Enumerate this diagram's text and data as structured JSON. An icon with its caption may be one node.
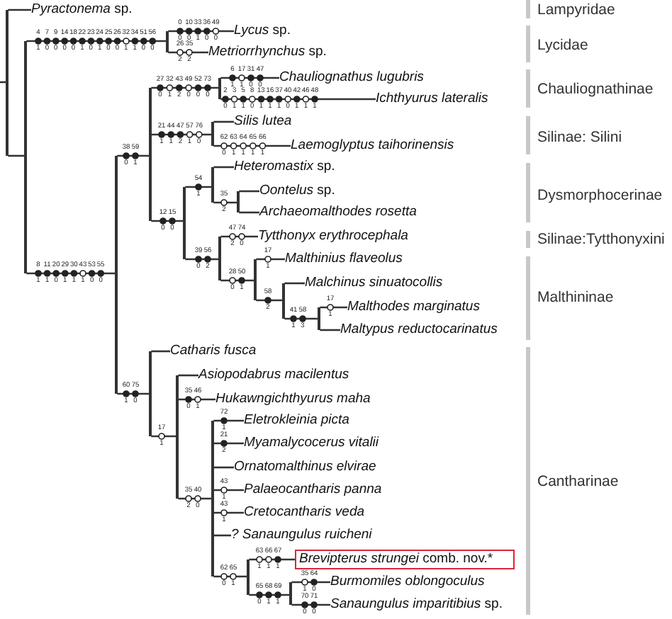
{
  "diagram": {
    "nodes": [
      {
        "text": [],
        "shape": "line"
      },
      {
        "text": [
          "*Pyractonema* sp."
        ]
      },
      {
        "text": [],
        "shape": "line"
      },
      {
        "text": [],
        "shape": "line"
      },
      {
        "text": [
          "*Lycus* sp."
        ]
      },
      {
        "text": [
          "*Metriorrhynchus* sp."
        ]
      },
      {
        "text": [],
        "shape": "line"
      },
      {
        "text": [],
        "shape": "line"
      },
      {
        "text": [],
        "shape": "line"
      },
      {
        "text": [
          "Chauliognathus lugubris"
        ]
      },
      {
        "text": [
          "Ichthyurus lateralis"
        ]
      },
      {
        "text": [],
        "shape": "line"
      },
      {
        "text": [
          "Silis lutea"
        ]
      },
      {
        "text": [
          "Laemoglyptus taihorinensis"
        ]
      },
      {
        "text": [],
        "shape": "line"
      },
      {
        "text": [],
        "shape": "line"
      },
      {
        "text": [
          "*Heteromastix* sp."
        ]
      },
      {
        "text": [],
        "shape": "line"
      },
      {
        "text": [
          "*Oontelus* sp."
        ]
      },
      {
        "text": [
          "Archaeomalthodes rosetta"
        ]
      },
      {
        "text": [],
        "shape": "line"
      },
      {
        "text": [
          "Tytthonyx erythrocephala"
        ]
      },
      {
        "text": [],
        "shape": "line"
      },
      {
        "text": [
          "Malthinius flaveolus"
        ]
      },
      {
        "text": [],
        "shape": "line"
      },
      {
        "text": [
          "Malchinus sinuatocollis"
        ]
      },
      {
        "text": [],
        "shape": "line"
      },
      {
        "text": [
          "Malthodes marginatus"
        ]
      },
      {
        "text": [
          "Maltypus reductocarinatus"
        ]
      },
      {
        "text": [],
        "shape": "line"
      },
      {
        "text": [
          "Catharis fusca"
        ]
      },
      {
        "text": [],
        "shape": "line"
      },
      {
        "text": [
          "Asiopodabrus macilentus"
        ]
      },
      {
        "text": [
          "Hukawngichthyurus maha"
        ]
      },
      {
        "text": [],
        "shape": "line"
      },
      {
        "text": [
          "Eletrokleinia picta"
        ]
      },
      {
        "text": [
          "Myamalycocerus vitalii"
        ]
      },
      {
        "text": [
          "Ornatomalthinus elvirae"
        ]
      },
      {
        "text": [
          "Palaeocantharis panna"
        ]
      },
      {
        "text": [
          "Cretocantharis veda"
        ]
      },
      {
        "text": [
          "? Sanaungulus ruicheni"
        ]
      },
      {
        "text": [],
        "shape": "line"
      },
      {
        "text": [
          "*Brevipterus strungei* comb. nov.*"
        ]
      },
      {
        "text": [],
        "shape": "line"
      },
      {
        "text": [
          "Burmomiles oblongoculus"
        ]
      },
      {
        "text": [
          "*Sanaungulus imparitibius* sp."
        ]
      }
    ],
    "edges": [
      {
        "from": null,
        "to": 0,
        "arrow": "none"
      },
      {
        "from": 0,
        "to": 1,
        "arrow": "none"
      },
      {
        "from": 0,
        "to": 2,
        "arrow": "none"
      },
      {
        "from": 2,
        "to": 3,
        "arrow": "none",
        "label": "4 7 9 14 18 22 23 24 25 26 32 34 51 56"
      },
      {
        "from": 3,
        "to": 4,
        "arrow": "none",
        "label": "0 10 33 36 49"
      },
      {
        "from": 3,
        "to": 5,
        "arrow": "none",
        "label": "26 35"
      },
      {
        "from": 2,
        "to": 6,
        "arrow": "none",
        "label": "8 11 20 29 30 43 53 55"
      },
      {
        "from": 6,
        "to": 7,
        "arrow": "none",
        "label": "38 59"
      },
      {
        "from": 7,
        "to": 8,
        "arrow": "none",
        "label": "27 32 43 49 52 73"
      },
      {
        "from": 8,
        "to": 9,
        "arrow": "none",
        "label": "6 17 31 47"
      },
      {
        "from": 8,
        "to": 10,
        "arrow": "none",
        "label": "2 3 5 8 13 16 37 40 42 46 48"
      },
      {
        "from": 7,
        "to": 11,
        "arrow": "none",
        "label": "21 44 47 57 76"
      },
      {
        "from": 11,
        "to": 12,
        "arrow": "none"
      },
      {
        "from": 11,
        "to": 13,
        "arrow": "none",
        "label": "62 63 64 65 66"
      },
      {
        "from": 7,
        "to": 14,
        "arrow": "none",
        "label": "12 15"
      },
      {
        "from": 14,
        "to": 15,
        "arrow": "none",
        "label": "54"
      },
      {
        "from": 15,
        "to": 16,
        "arrow": "none"
      },
      {
        "from": 15,
        "to": 17,
        "arrow": "none",
        "label": "35"
      },
      {
        "from": 17,
        "to": 18,
        "arrow": "none"
      },
      {
        "from": 17,
        "to": 19,
        "arrow": "none"
      },
      {
        "from": 14,
        "to": 20,
        "arrow": "none",
        "label": "39 56"
      },
      {
        "from": 20,
        "to": 21,
        "arrow": "none",
        "label": "47 74"
      },
      {
        "from": 20,
        "to": 22,
        "arrow": "none",
        "label": "28 50"
      },
      {
        "from": 22,
        "to": 23,
        "arrow": "none",
        "label": "17"
      },
      {
        "from": 22,
        "to": 24,
        "arrow": "none",
        "label": "58"
      },
      {
        "from": 24,
        "to": 25,
        "arrow": "none"
      },
      {
        "from": 24,
        "to": 26,
        "arrow": "none",
        "label": "41 58"
      },
      {
        "from": 26,
        "to": 27,
        "arrow": "none",
        "label": "17"
      },
      {
        "from": 26,
        "to": 28,
        "arrow": "none"
      },
      {
        "from": 6,
        "to": 29,
        "arrow": "none",
        "label": "60 75"
      },
      {
        "from": 29,
        "to": 30,
        "arrow": "none"
      },
      {
        "from": 29,
        "to": 31,
        "arrow": "none",
        "label": "17"
      },
      {
        "from": 31,
        "to": 32,
        "arrow": "none"
      },
      {
        "from": 31,
        "to": 33,
        "arrow": "none",
        "label": "35 46"
      },
      {
        "from": 31,
        "to": 34,
        "arrow": "none",
        "label": "35 40"
      },
      {
        "from": 34,
        "to": 35,
        "arrow": "none",
        "label": "72"
      },
      {
        "from": 34,
        "to": 36,
        "arrow": "none",
        "label": "21"
      },
      {
        "from": 34,
        "to": 37,
        "arrow": "none"
      },
      {
        "from": 34,
        "to": 38,
        "arrow": "none",
        "label": "43"
      },
      {
        "from": 34,
        "to": 39,
        "arrow": "none",
        "label": "43"
      },
      {
        "from": 34,
        "to": 40,
        "arrow": "none"
      },
      {
        "from": 34,
        "to": 41,
        "arrow": "none",
        "label": "62 65"
      },
      {
        "from": 41,
        "to": 42,
        "arrow": "none",
        "label": "63 66 67"
      },
      {
        "from": 41,
        "to": 43,
        "arrow": "none",
        "label": "65 68 69"
      },
      {
        "from": 43,
        "to": 44,
        "arrow": "none",
        "label": "35 64"
      },
      {
        "from": 43,
        "to": 45,
        "arrow": "none",
        "label": "70 71"
      }
    ],
    "labels": [
      "0 0 1 0 0",
      "1 0 0 0 0 1 0 1 0 0 1 1 0 0",
      "2 2",
      "1 1 0 0",
      "0 1 2 0 0 0",
      "0 1 1 0 1 1 1 0 1 1 1",
      "1 1 2 1 0",
      "0 1 1 1 1",
      "0 1",
      "1",
      "2",
      "0 0",
      "2 0",
      "0 2",
      "1",
      "1 1 0 1 1 1 0 0",
      "0 1",
      "2",
      "1",
      "1 3",
      "1 0",
      "0 1",
      "1",
      "1",
      "2",
      "1",
      "2 0",
      "1",
      "1 1 1",
      "0 1",
      "1 0",
      "0 1 1",
      "0 0",
      "Lampyridae",
      "Lycidae",
      "Chauliognathinae",
      "Silinae: Silini",
      "Dysmorphocerinae",
      "Silinae:Tytthonyxini",
      "Malthininae",
      "Cantharinae"
    ]
  }
}
